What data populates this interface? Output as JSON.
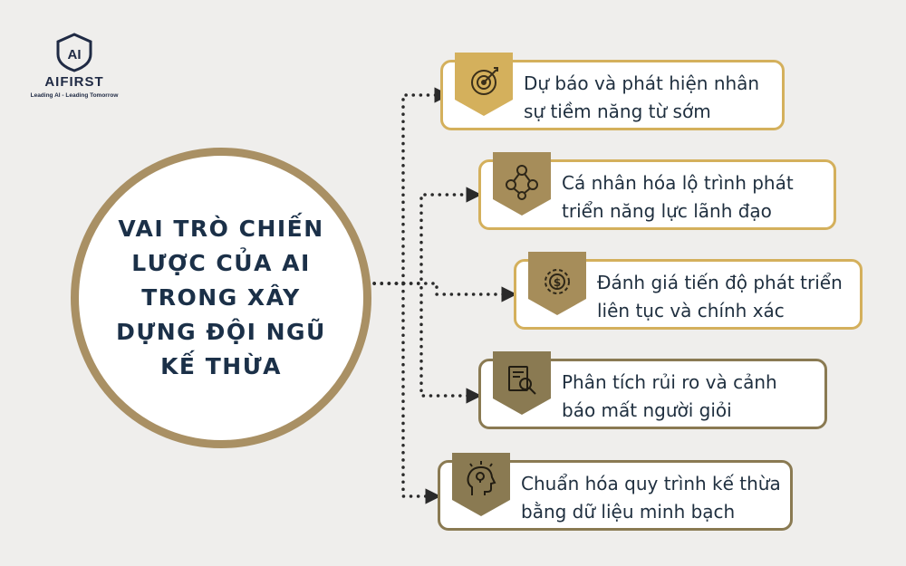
{
  "brand": {
    "name": "AIFIRST",
    "mark": "AI",
    "tagline": "Leading AI - Leading Tomorrow"
  },
  "center_title": "VAI TRÒ CHIẾN LƯỢC CỦA AI TRONG XÂY DỰNG ĐỘI NGŨ KẾ THỪA",
  "items": [
    {
      "text": "Dự báo và phát hiện nhân sự tiềm năng từ sớm",
      "icon": "target-icon",
      "color": "#d4b05c"
    },
    {
      "text": "Cá nhân hóa lộ trình phát triển năng lực lãnh đạo",
      "icon": "path-network-icon",
      "color": "#a68d5a"
    },
    {
      "text": "Đánh giá tiến độ phát triển liên tục và chính xác",
      "icon": "dollar-gear-icon",
      "color": "#a68d5a"
    },
    {
      "text": "Phân tích rủi ro và cảnh báo mất người giỏi",
      "icon": "document-search-icon",
      "color": "#8a7a52"
    },
    {
      "text": "Chuẩn hóa quy trình kế thừa bằng dữ liệu minh bạch",
      "icon": "idea-head-icon",
      "color": "#8a7a52"
    }
  ]
}
